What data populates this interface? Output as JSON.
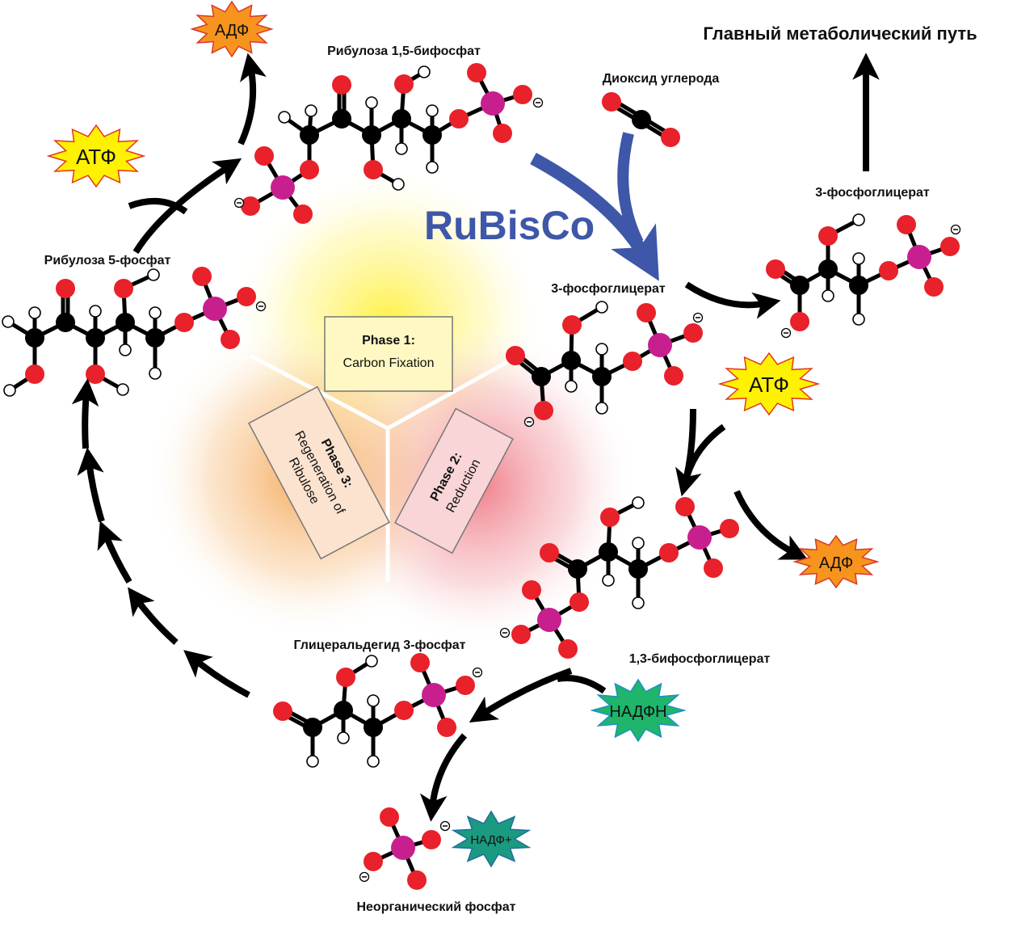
{
  "title": "Главный метаболический путь",
  "enzyme": "RuBisCo",
  "phases": [
    {
      "title": "Phase 1:",
      "lines": [
        "Carbon Fixation"
      ]
    },
    {
      "title": "Phase 2:",
      "lines": [
        "Reduction"
      ]
    },
    {
      "title": "Phase 3:",
      "lines": [
        "Regeneration of",
        "Ribulose"
      ]
    }
  ],
  "molecules": {
    "rubp": "Рибулоза 1,5-бифосфат",
    "co2": "Диоксид углерода",
    "pga_top_right": "3-фосфоглицерат",
    "pga_center": "3-фосфоглицерат",
    "bpg": "1,3-бифосфоглицерат",
    "g3p": "Глицеральдегид 3-фосфат",
    "pi": "Неорганический фосфат",
    "ru5p": "Рибулоза 5-фосфат"
  },
  "cofactors": {
    "atp_top": "АТФ",
    "adp_top": "АДФ",
    "atp_right": "АТФ",
    "adp_right": "АДФ",
    "nadph": "НАДФН",
    "nadp": "НАДФ+"
  },
  "colors": {
    "oxygen": "#e8212a",
    "carbon": "#000000",
    "hydrogen": "#ffffff",
    "phosphorus": "#c7208e",
    "rubisco": "#3f57a8",
    "atp": "#fff200",
    "adp": "#f7941d",
    "nadph": "#1fb56a",
    "nadp": "#1a9a7f",
    "phase1": "#fff47a",
    "phase2": "#f08a94",
    "phase3": "#f7b266"
  }
}
